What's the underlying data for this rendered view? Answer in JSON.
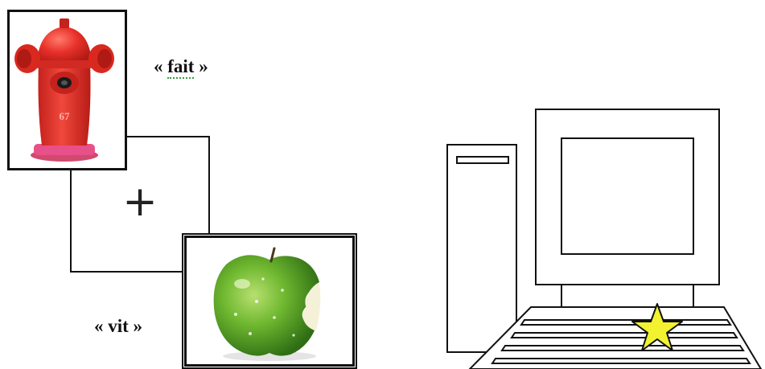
{
  "labels": {
    "word_top": {
      "open": "« ",
      "word": "fait",
      "close": " »"
    },
    "word_bottom": "« vit »",
    "hydrant_number": "67"
  },
  "icons": {
    "fixation": "plus-icon",
    "picture_top": "fire-hydrant-icon",
    "picture_bottom": "green-apple-icon",
    "device": "desktop-computer-icon",
    "marker": "star-icon"
  },
  "colors": {
    "hydrant_red": "#e8302a",
    "apple_green": "#5aa82a",
    "star_yellow": "#f2f230",
    "line": "#111111"
  }
}
